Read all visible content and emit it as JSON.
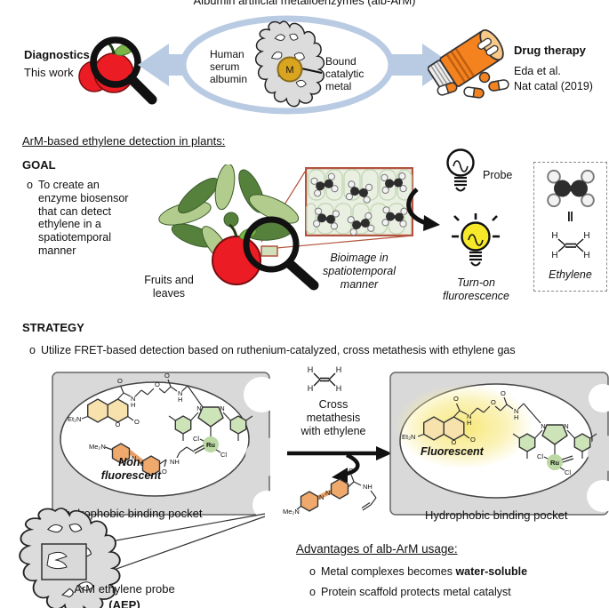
{
  "title": "Albumin artificial metalloenzymes (alb-ArM)",
  "bullet_char": "o",
  "top": {
    "diagnostics": {
      "title": "Diagnostics",
      "subtitle": "This work"
    },
    "albumin": {
      "left_label": "Human\nserum\nalbumin",
      "metal_letter": "M",
      "right_label": "Bound\ncatalytic\nmetal"
    },
    "drug": {
      "title": "Drug therapy",
      "ref_line1": "Eda et al.",
      "ref_line2": "Nat catal (2019)"
    }
  },
  "detection": {
    "heading": "ArM-based ethylene detection in plants:",
    "goal_heading": "GOAL",
    "goal_text": "To create an enzyme biosensor that can detect ethylene in a spatiotemporal manner",
    "fruits_label": "Fruits and\nleaves",
    "bioimage_label": "Bioimage in\nspatiotemporal\nmanner",
    "probe_label": "Probe",
    "turnon_label": "Turn-on\nflurorescence",
    "equivalence_symbol": "‖",
    "ethylene_label": "Ethylene"
  },
  "strategy": {
    "heading": "STRATEGY",
    "bullet_text": "Utilize FRET-based detection based on ruthenium-catalyzed, cross metathesis with ethylene gas",
    "cross_label": "Cross\nmetathesis\nwith ethylene",
    "left_panel": {
      "state_label": "Non-\nfluorescent",
      "pocket_label": "Hydrophobic binding pocket"
    },
    "right_panel": {
      "state_label": "Fluorescent",
      "pocket_label": "Hydrophobic binding pocket"
    }
  },
  "bottom": {
    "aep_line1": "ArM ethylene probe",
    "aep_line2": "(AEP)",
    "advantages": {
      "heading": "Advantages of alb-ArM usage:",
      "item1_prefix": "Metal complexes becomes ",
      "item1_bold": "water-soluble",
      "item2": "Protein scaffold protects metal catalyst"
    }
  },
  "chem": {
    "et2n": "Et₂N",
    "me2n": "Me₂N",
    "ru": "Ru",
    "cl": "Cl",
    "n": "N",
    "nh": "NH",
    "h": "H",
    "o": "O"
  },
  "colors": {
    "arrow_blue": "#b9cbe3",
    "apple_red": "#ec1c24",
    "leaf_light": "#b2cc8e",
    "leaf_dark": "#55813d",
    "bulb_yellow": "#f7e92a",
    "metal_gold": "#d9a521",
    "bottle_orange": "#f4821f",
    "pocket_gray": "#d9d9d9",
    "coumarin_highlight": "#f7e2ae",
    "azo_highlight": "#efa96c",
    "nhc_green": "#cde3b8",
    "glow_yellow": "#f7e66e",
    "inset_border": "#b2543f",
    "cell_bg": "#e9f0e2"
  }
}
